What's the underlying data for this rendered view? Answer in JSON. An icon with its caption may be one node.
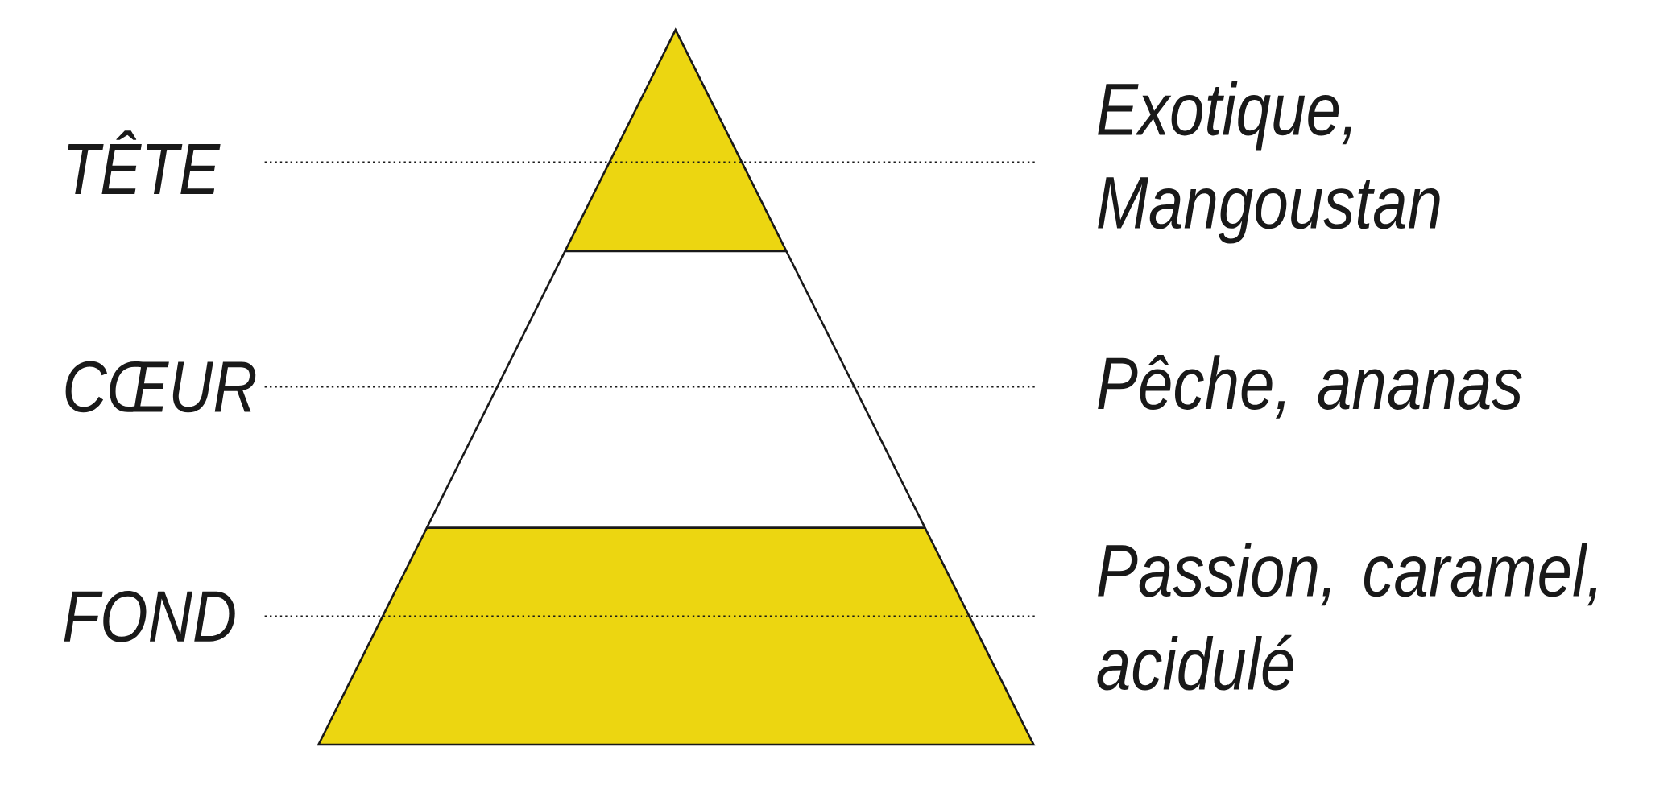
{
  "diagram": {
    "nodes": [
      {
        "text": [
          "TÊTE"
        ]
      },
      {
        "text": [
          "CŒUR"
        ]
      },
      {
        "text": [
          "FOND"
        ]
      },
      {
        "text": [
          "Exotique, Mangoustan"
        ]
      },
      {
        "text": [
          "Pêche, ananas"
        ]
      },
      {
        "text": [
          "Passion, caramel, acidulé"
        ]
      }
    ],
    "edges": [
      {
        "from": 0,
        "to": 3,
        "arrow": "none",
        "style": "dashed"
      },
      {
        "from": 1,
        "to": 4,
        "arrow": "none",
        "style": "dashed"
      },
      {
        "from": 2,
        "to": 5,
        "arrow": "none",
        "style": "dashed"
      }
    ]
  }
}
